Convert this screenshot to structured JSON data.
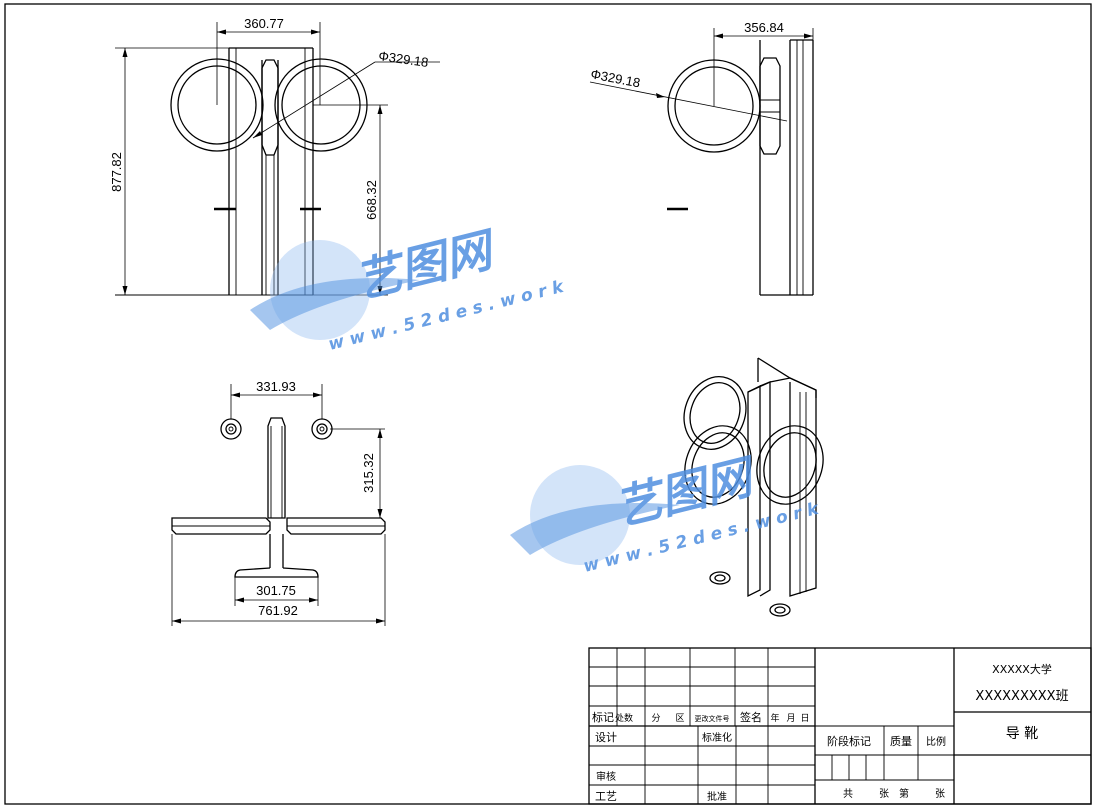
{
  "dimensions": {
    "front_width": "360.77",
    "front_height": "877.82",
    "front_inner_height": "668.32",
    "front_diameter": "Φ329.18",
    "side_width": "356.84",
    "side_diameter": "Φ329.18",
    "top_width": "331.93",
    "top_height": "315.32",
    "top_base": "301.75",
    "top_total": "761.92"
  },
  "watermark": {
    "name": "艺图网",
    "url": "w w w . 5 2 d e s . w o r k",
    "domain": "52des.work"
  },
  "title_block": {
    "school": "XXXXX大学",
    "class_name": "XXXXXXXXX班",
    "part_name": "导 靴",
    "rev_headers": [
      "标记",
      "处数",
      "分",
      "区",
      "更改文件号",
      "签名",
      "年",
      "月",
      "日"
    ],
    "roles": [
      "设计",
      "标准化",
      "审核",
      "工艺",
      "批准"
    ],
    "stage_headers": [
      "阶段标记",
      "质量",
      "比例"
    ],
    "sheet_labels": [
      "共",
      "张",
      "第",
      "张"
    ]
  },
  "colors": {
    "watermark_blue": "#4f8fe0",
    "line": "#000000",
    "background": "#ffffff"
  }
}
